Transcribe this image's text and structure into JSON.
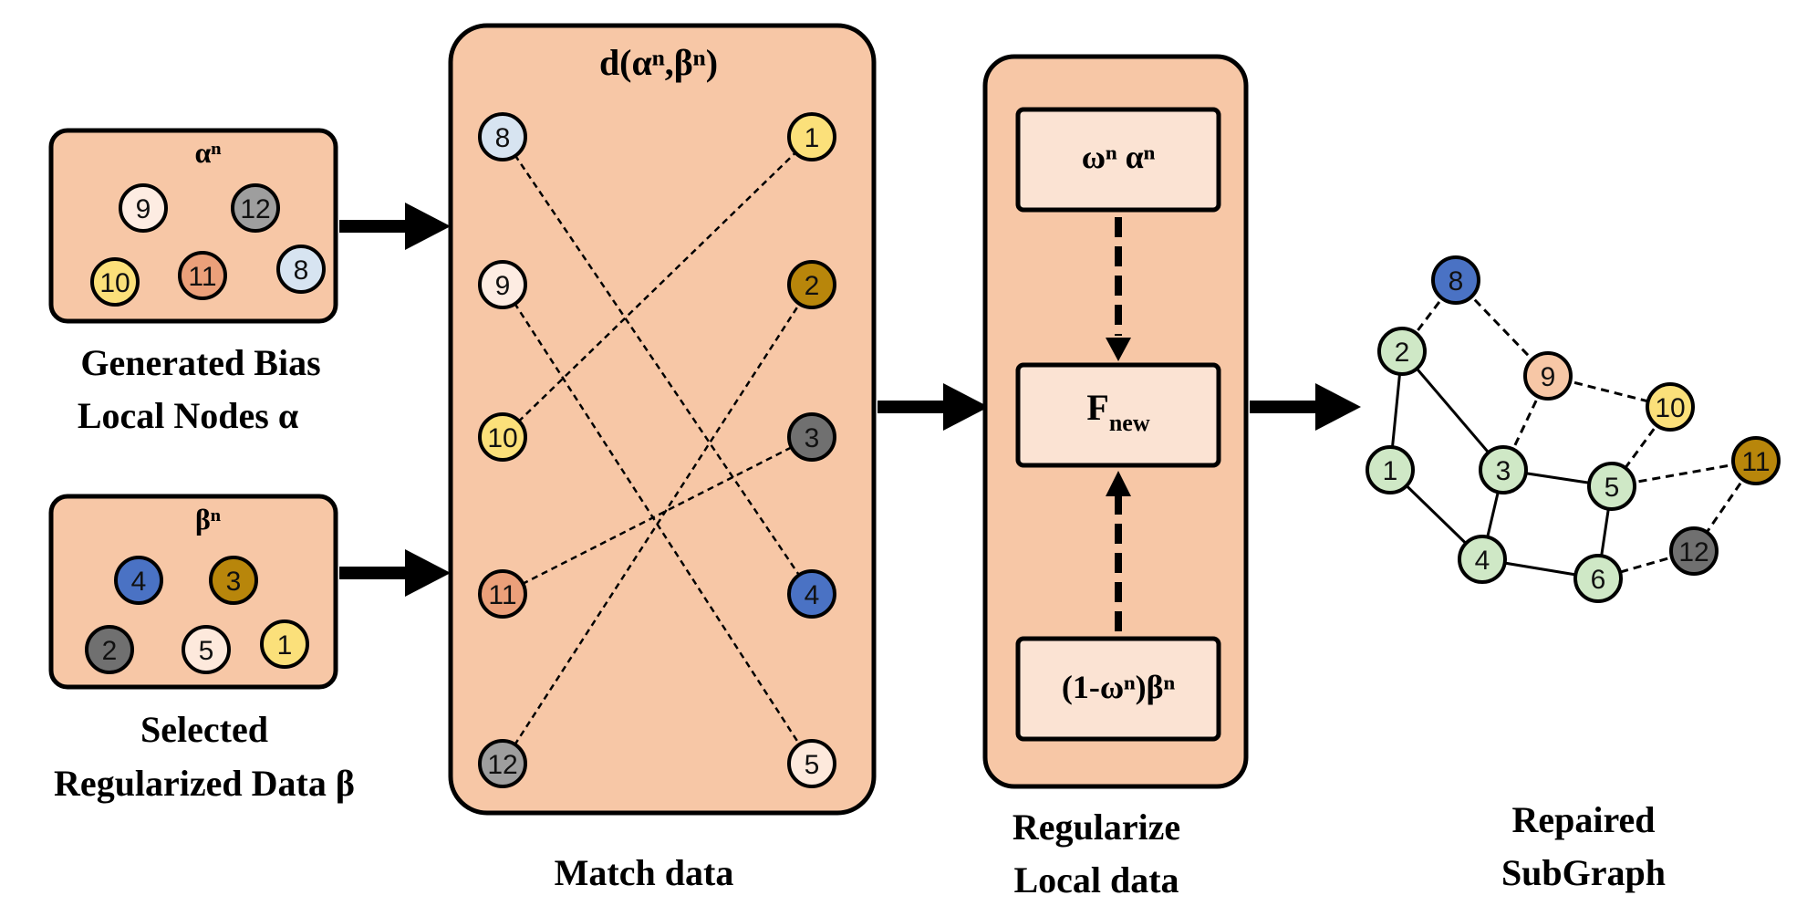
{
  "colors": {
    "panel_fill": "#f7c7a6",
    "inner_box_fill": "#fbe3d3",
    "stroke": "#000000",
    "graph_node_fill": "#cfe8c6"
  },
  "node_colors": {
    "1": "#fbe07a",
    "2": "#707070",
    "3": "#b8860b",
    "4": "#4a72c4",
    "5": "#fde9dc",
    "8": "#d7e4f1",
    "9": "#fdece2",
    "10": "#fbe07a",
    "11": "#eba07a",
    "12": "#9e9e9e"
  },
  "alpha_box": {
    "title": "αⁿ",
    "nodes": [
      "9",
      "12",
      "10",
      "11",
      "8"
    ],
    "caption_line1": "Generated Bias",
    "caption_line2": "Local Nodes α"
  },
  "beta_box": {
    "title": "βⁿ",
    "nodes": [
      "4",
      "3",
      "2",
      "5",
      "1"
    ],
    "caption_line1": "Selected",
    "caption_line2": "Regularized Data β"
  },
  "match_panel": {
    "title": "d(αⁿ,βⁿ)",
    "left_column": [
      "8",
      "9",
      "10",
      "11",
      "12"
    ],
    "right_column": [
      {
        "label": "1",
        "color": "#fbe07a"
      },
      {
        "label": "2",
        "color": "#b8860b"
      },
      {
        "label": "3",
        "color": "#707070"
      },
      {
        "label": "4",
        "color": "#4a72c4"
      },
      {
        "label": "5",
        "color": "#fde9dc"
      }
    ],
    "matches": [
      [
        "8",
        "4"
      ],
      [
        "9",
        "5"
      ],
      [
        "10",
        "1"
      ],
      [
        "11",
        "3"
      ],
      [
        "12",
        "2"
      ]
    ],
    "caption": "Match data"
  },
  "regularize_panel": {
    "top_box": "ωⁿ αⁿ",
    "middle_box": "F",
    "middle_box_sub": "new",
    "bottom_box": "(1-ωⁿ)βⁿ",
    "caption_line1": "Regularize",
    "caption_line2": "Local data"
  },
  "repaired_graph": {
    "nodes": [
      {
        "id": "8",
        "color": "#4a72c4"
      },
      {
        "id": "2",
        "color": "#cfe8c6"
      },
      {
        "id": "9",
        "color": "#f7c7a6"
      },
      {
        "id": "10",
        "color": "#fbe07a"
      },
      {
        "id": "1",
        "color": "#cfe8c6"
      },
      {
        "id": "3",
        "color": "#cfe8c6"
      },
      {
        "id": "5",
        "color": "#cfe8c6"
      },
      {
        "id": "11",
        "color": "#b8860b"
      },
      {
        "id": "4",
        "color": "#cfe8c6"
      },
      {
        "id": "6",
        "color": "#cfe8c6"
      },
      {
        "id": "12",
        "color": "#707070"
      }
    ],
    "solid_edges": [
      [
        "2",
        "1"
      ],
      [
        "2",
        "3"
      ],
      [
        "1",
        "4"
      ],
      [
        "3",
        "4"
      ],
      [
        "3",
        "5"
      ],
      [
        "4",
        "6"
      ],
      [
        "5",
        "6"
      ]
    ],
    "dashed_edges": [
      [
        "8",
        "2"
      ],
      [
        "8",
        "9"
      ],
      [
        "9",
        "3"
      ],
      [
        "9",
        "10"
      ],
      [
        "10",
        "5"
      ],
      [
        "5",
        "11"
      ],
      [
        "11",
        "12"
      ],
      [
        "12",
        "6"
      ]
    ],
    "caption_line1": "Repaired",
    "caption_line2": "SubGraph"
  }
}
